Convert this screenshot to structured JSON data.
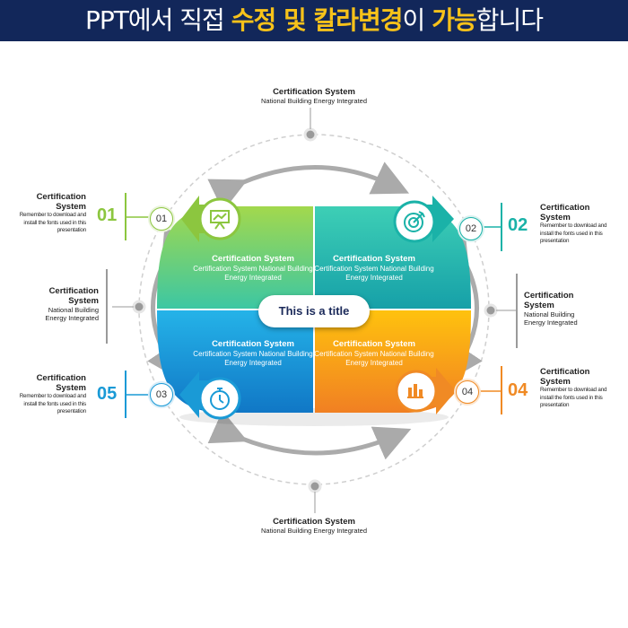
{
  "banner": {
    "part1": "PPT에서 직접 ",
    "part2": "수정 및 칼라변경",
    "part3": "이 ",
    "part4": "가능",
    "part5": "합니다"
  },
  "center_title": "This is a title",
  "quadrants": [
    {
      "title": "Certification System",
      "body": "Certification System National Building Energy Integrated"
    },
    {
      "title": "Certification System",
      "body": "Certification System National Building Energy Integrated"
    },
    {
      "title": "Certification System",
      "body": "Certification System National Building Energy Integrated"
    },
    {
      "title": "Certification System",
      "body": "Certification System National Building Energy Integrated"
    }
  ],
  "top_label": {
    "title": "Certification System",
    "body": "National Building Energy Integrated"
  },
  "bottom_label": {
    "title": "Certification System",
    "body": "National Building Energy Integrated"
  },
  "left_mid_label": {
    "title": "Certification System",
    "body": "National Building Energy Integrated"
  },
  "right_mid_label": {
    "title": "Certification System",
    "body": "National Building Energy Integrated"
  },
  "steps": [
    {
      "number": "01",
      "bubble": "01",
      "title": "Certification System",
      "body": "Remember to download and install the fonts used in this presentation",
      "color": "#8cc63f"
    },
    {
      "number": "02",
      "bubble": "02",
      "title": "Certification System",
      "body": "Remember to download and install the fonts used in this presentation",
      "color": "#1ab2a8"
    },
    {
      "number": "05",
      "bubble": "03",
      "title": "Certification System",
      "body": "Remember to download and install the fonts used in this presentation",
      "color": "#1a9ad6"
    },
    {
      "number": "04",
      "bubble": "04",
      "title": "Certification System",
      "body": "Remember to download and install the fonts used in this presentation",
      "color": "#f08a24"
    }
  ],
  "icons": [
    "presentation-board-icon",
    "target-icon",
    "stopwatch-icon",
    "bar-chart-icon"
  ]
}
